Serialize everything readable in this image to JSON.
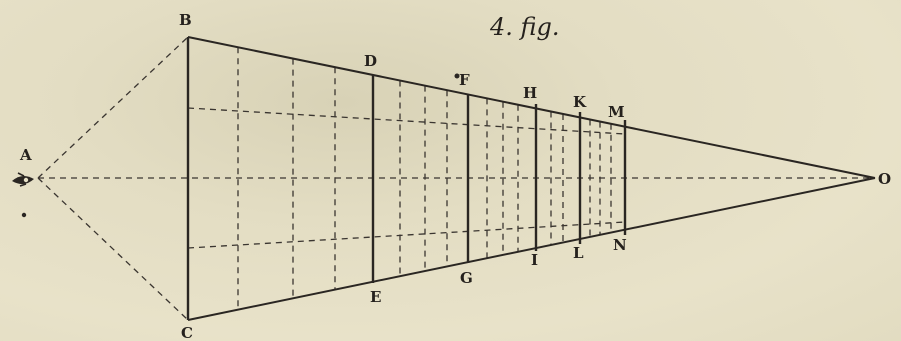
{
  "title": "4. fig.",
  "points": {
    "A": "A",
    "B": "B",
    "C": "C",
    "D": "D",
    "E": "E",
    "F": "F",
    "G": "G",
    "H": "H",
    "I": "I",
    "K": "K",
    "L": "L",
    "M": "M",
    "N": "N",
    "O": "O"
  },
  "eye_symbol": "eye-icon"
}
